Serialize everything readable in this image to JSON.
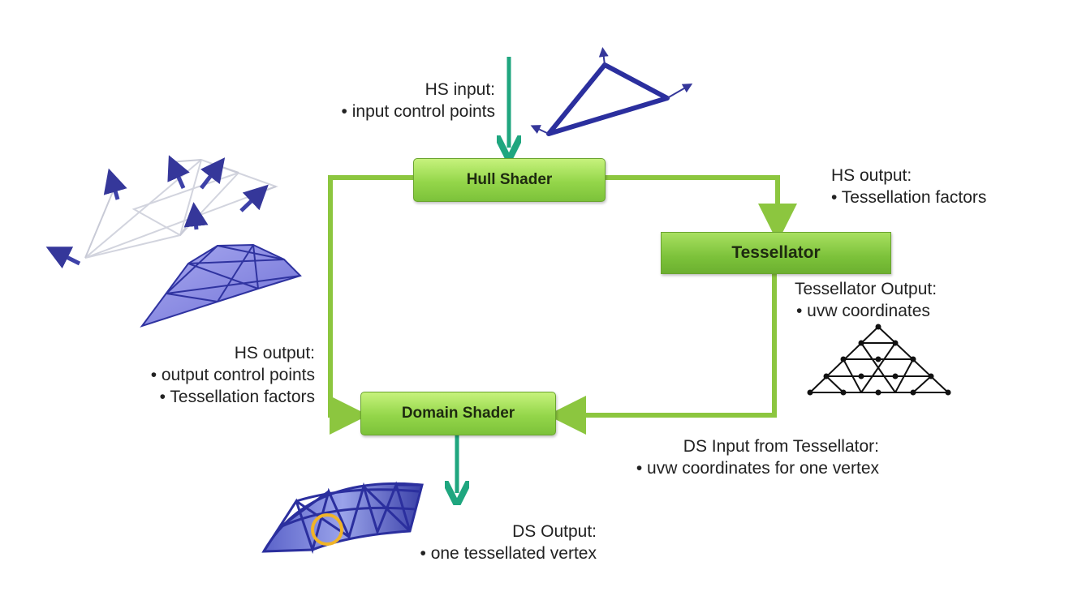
{
  "stages": {
    "hull": "Hull Shader",
    "tessellator": "Tessellator",
    "domain": "Domain Shader"
  },
  "labels": {
    "hs_input": {
      "title": "HS input:",
      "items": [
        "• input control points"
      ]
    },
    "hs_output_right": {
      "title": "HS output:",
      "items": [
        "• Tessellation factors"
      ]
    },
    "tess_output": {
      "title": "Tessellator Output:",
      "items": [
        "• uvw coordinates"
      ]
    },
    "hs_output_left": {
      "title": "HS output:",
      "items": [
        "• output control points",
        "• Tessellation factors"
      ]
    },
    "ds_input": {
      "title": "DS Input from Tessellator:",
      "items": [
        "• uvw coordinates for one vertex"
      ]
    },
    "ds_output": {
      "title": "DS Output:",
      "items": [
        "• one tessellated vertex"
      ]
    }
  },
  "colors": {
    "stage_green": "#94d64a",
    "connector_green": "#8cc63f",
    "arrow_teal": "#1fa67f",
    "patch_blue": "#2b2f9e",
    "patch_fill": "#8f90e6",
    "highlight_ring": "#f0b428"
  }
}
